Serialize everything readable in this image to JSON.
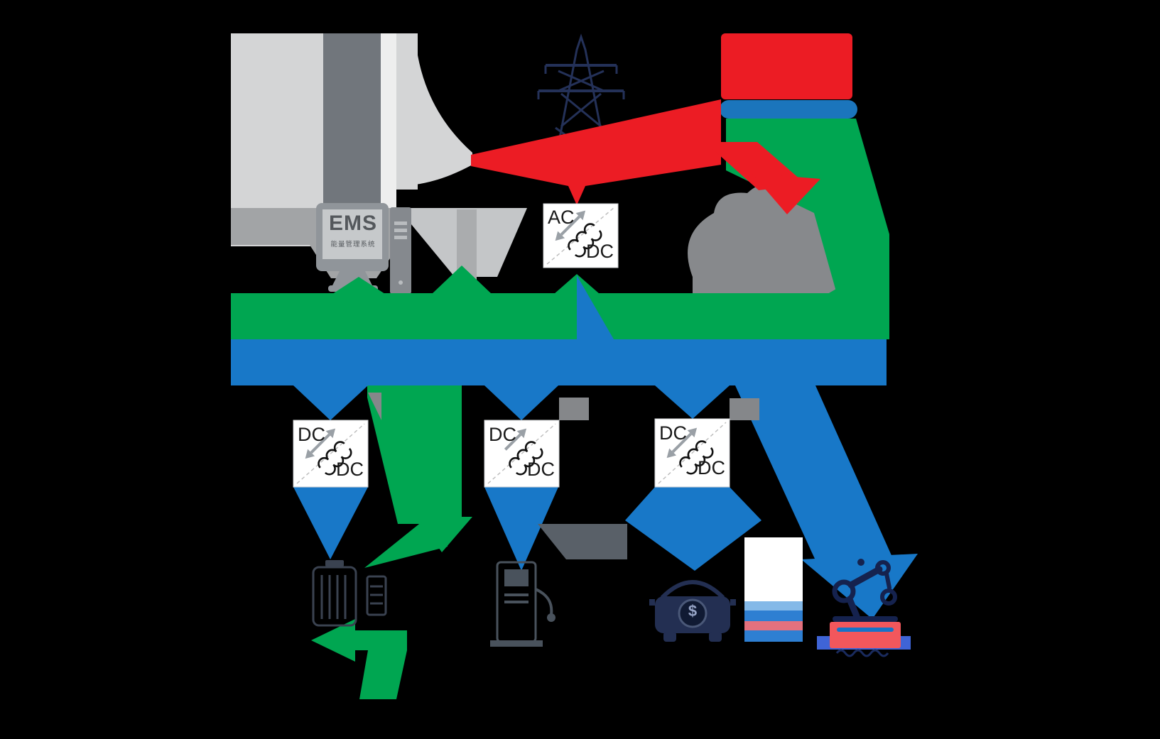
{
  "ems": {
    "label": "EMS",
    "sublabel": "能量管理系统"
  },
  "converters": {
    "acdc": {
      "in": "AC",
      "out": "DC"
    },
    "dc_battery": {
      "in": "DC",
      "out": "DC"
    },
    "dc_ev": {
      "in": "DC",
      "out": "DC"
    },
    "dc_v2g": {
      "in": "DC",
      "out": "DC"
    }
  },
  "v2g": {
    "symbol": "$"
  },
  "colors": {
    "background": "#000000",
    "red_flow": "#ec1c24",
    "blue_flow": "#1878c8",
    "green_flow": "#00a651",
    "legend_blue_bar": "#1b75bc",
    "gray_cloud": "#87898c",
    "plant_light_gray": "#d4d5d6",
    "plant_dark_gray": "#71767c",
    "icon_navy": "#1b2850",
    "robot_base_red": "#f2575c",
    "robot_base_line_blue": "#1673c8",
    "panel_stripe_light_blue": "#84b9e8",
    "panel_stripe_blue": "#2e7fd2",
    "panel_stripe_pink": "#e4717e"
  },
  "icons": {
    "plant": "power-plant-building",
    "pylon": "transmission-tower",
    "ems": "ems-computer",
    "cloud": "grid-cloud",
    "battery": "battery-storage",
    "ev": "ev-charging-station",
    "v2g": "v2g-car-dollar",
    "robot": "factory-robot-arm"
  }
}
